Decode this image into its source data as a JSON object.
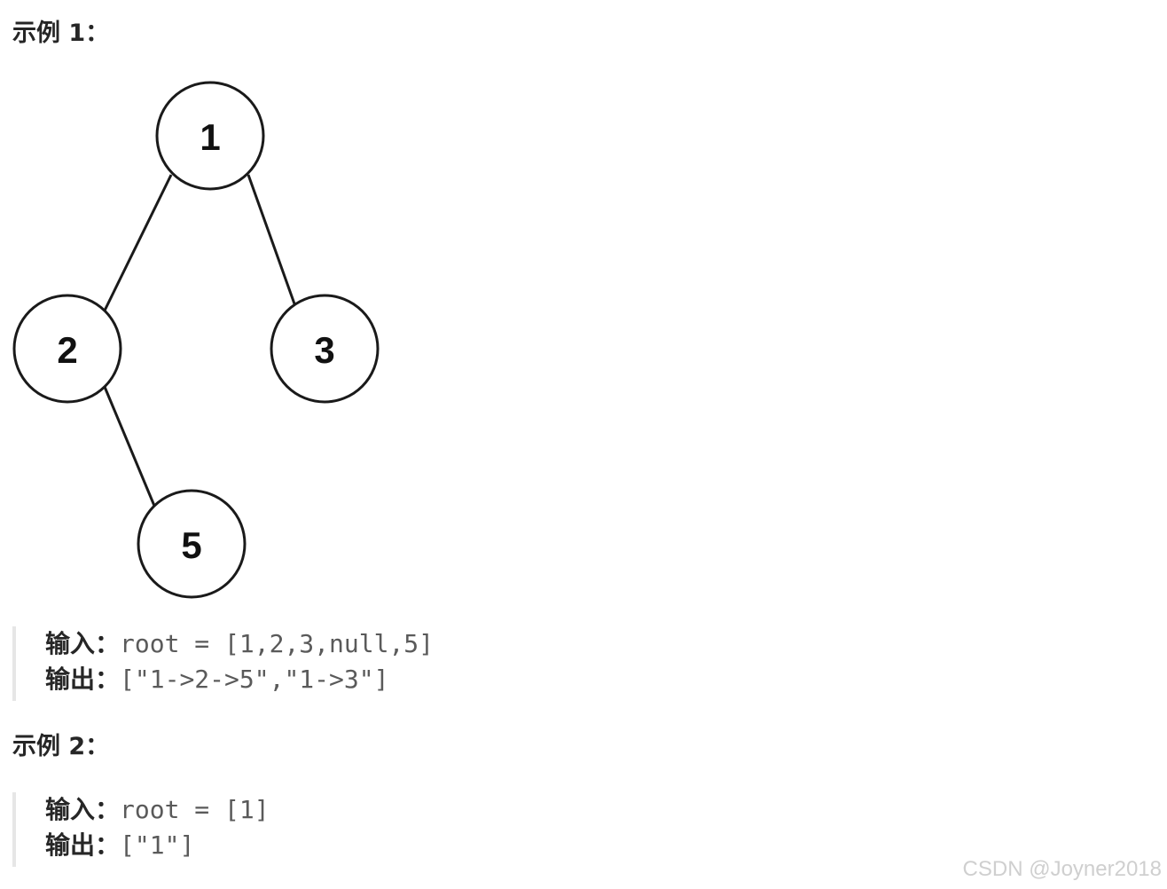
{
  "example1": {
    "heading": "示例 1：",
    "tree_nodes": [
      "1",
      "2",
      "3",
      "5"
    ],
    "input_label": "输入：",
    "input_value": "root = [1,2,3,null,5]",
    "output_label": "输出：",
    "output_value": "[\"1->2->5\",\"1->3\"]"
  },
  "example2": {
    "heading": "示例 2：",
    "input_label": "输入：",
    "input_value": "root = [1]",
    "output_label": "输出：",
    "output_value": "[\"1\"]"
  },
  "watermark": "CSDN @Joyner2018"
}
